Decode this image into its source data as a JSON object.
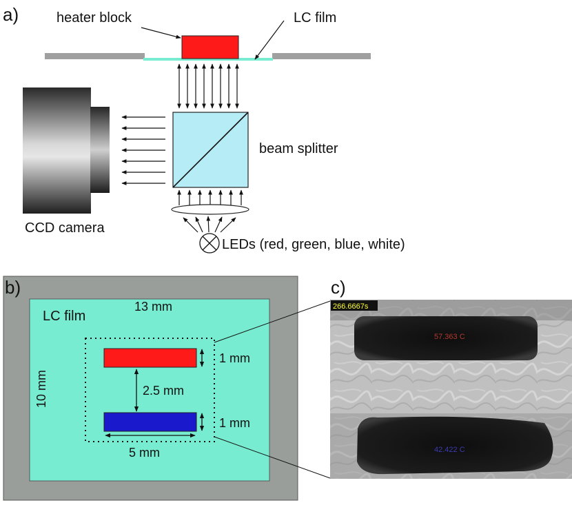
{
  "panel_a": {
    "label": "a)",
    "heater_block": "heater block",
    "lc_film": "LC film",
    "beam_splitter": "beam splitter",
    "ccd_camera": "CCD camera",
    "leds": "LEDs (red, green, blue, white)"
  },
  "panel_b": {
    "label": "b)",
    "lc_film": "LC film",
    "width": "13 mm",
    "height": "10 mm",
    "heater_height_top": "1 mm",
    "heater_height_bottom": "1 mm",
    "gap": "2.5 mm",
    "heater_length": "5 mm"
  },
  "panel_c": {
    "label": "c)",
    "timestamp": "266.6667s",
    "temp_hot": "57.363 C",
    "temp_cold": "42.422 C"
  },
  "colors": {
    "film": "#78ecd0",
    "support_gray": "#a0a0a0",
    "hot_heater": "#ff1a1a",
    "cold_heater": "#1a1acc",
    "splitter": "#b6ecf6",
    "timestamp_bg": "#111111",
    "timestamp_fg": "#ffff33",
    "temp_hot_text": "#b23a2e",
    "temp_cold_text": "#3a3ab0"
  }
}
